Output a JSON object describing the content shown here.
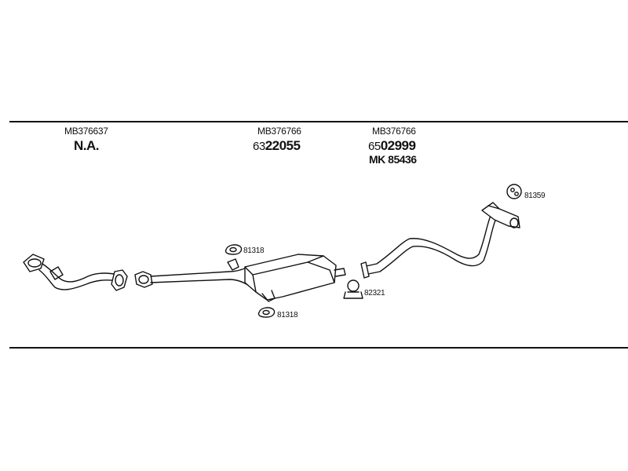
{
  "columns": [
    {
      "oem": "MB376637",
      "ref_main": "N.A."
    },
    {
      "oem": "MB376766",
      "ref_prefix": "63",
      "ref_main": "22055"
    },
    {
      "oem": "MB376766",
      "ref_prefix": "65",
      "ref_main": "02999",
      "ref_extra": "MK 85436"
    }
  ],
  "callouts": {
    "gasket_upper": "81318",
    "gasket_lower": "81318",
    "clamp": "82321",
    "hanger": "81359"
  }
}
